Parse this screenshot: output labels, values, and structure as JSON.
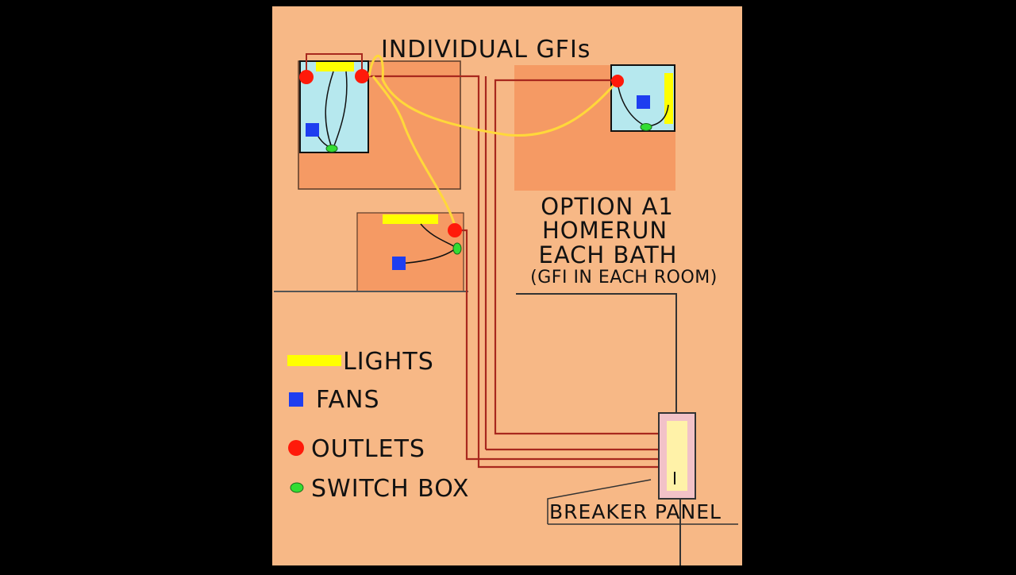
{
  "diagram": {
    "title": "INDIVIDUAL GFIs",
    "option": {
      "line1": "OPTION A1",
      "line2": "HOMERUN",
      "line3": "EACH BATH",
      "line4": "(GFI IN EACH ROOM)"
    },
    "legend": {
      "lights": "LIGHTS",
      "fans": "FANS",
      "outlets": "OUTLETS",
      "switch_box": "SWITCH BOX"
    },
    "breaker_panel_label": "BREAKER PANEL"
  },
  "colors": {
    "background": "#000000",
    "floor": "#f7b886",
    "room": "#f59a64",
    "tub": "#b6e8ee",
    "light": "#ffff00",
    "fan": "#1e3ef0",
    "outlet": "#ff1a0a",
    "switch": "#33dd33",
    "circuit_wire": "#a8281e",
    "gfi_wire": "#ffd83a",
    "panel": "#fff2a8"
  }
}
